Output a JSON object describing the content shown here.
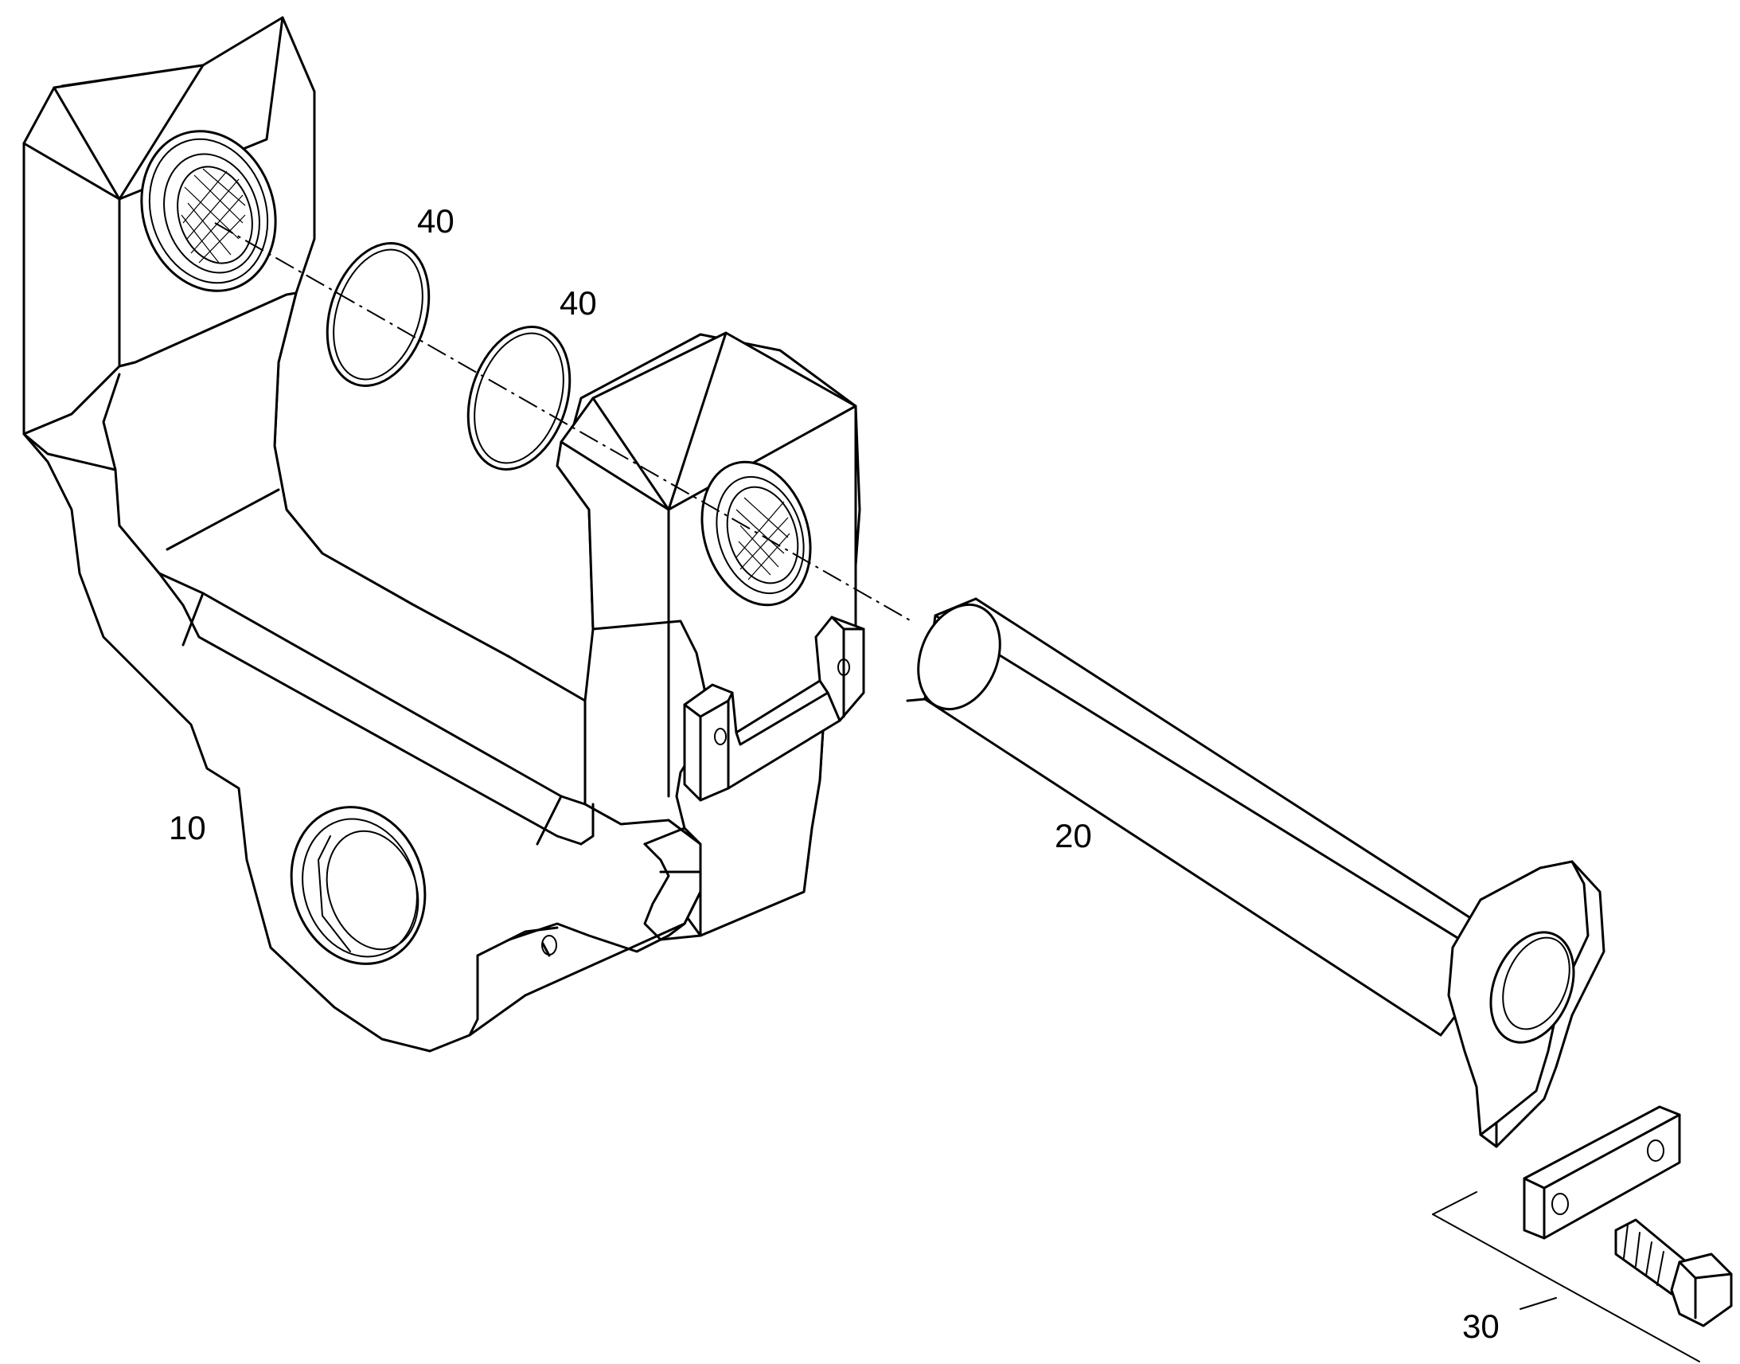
{
  "callouts": {
    "bracket": "10",
    "pin": "20",
    "lock_set": "30",
    "seal_ring_upper": "40",
    "seal_ring_lower": "40"
  }
}
